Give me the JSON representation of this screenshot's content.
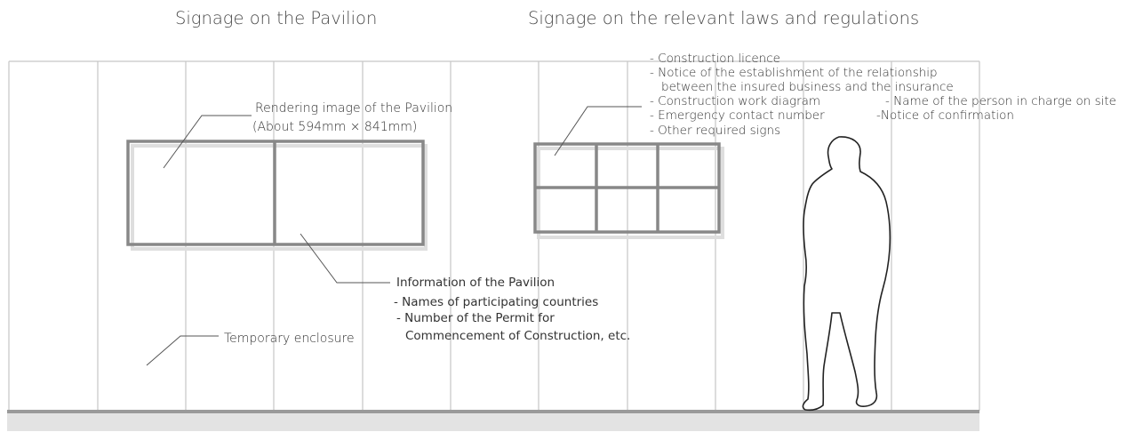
{
  "titles": {
    "pavilion": "Signage on the Pavilion",
    "laws": "Signage on the relevant laws and regulations"
  },
  "labels": {
    "rendering_line1": "Rendering image of the Pavilion",
    "rendering_line2": "(About 594mm × 841mm)",
    "info_title": "Information of the Pavilion",
    "info_item1": "- Names of participating countries",
    "info_item2": "- Number of the Permit for",
    "info_item2_cont": "Commencement of Construction, etc.",
    "enclosure": "Temporary enclosure"
  },
  "laws_list": {
    "item1": "- Construction licence",
    "item2": "- Notice of the establishment of the relationship",
    "item2_cont": "between the insured business and the insurance",
    "item3": "- Construction work diagram",
    "item3_right": "- Name of the person in charge on site",
    "item4": "- Emergency contact number",
    "item4_right": "-Notice of confirmation",
    "item5": "- Other required signs"
  }
}
